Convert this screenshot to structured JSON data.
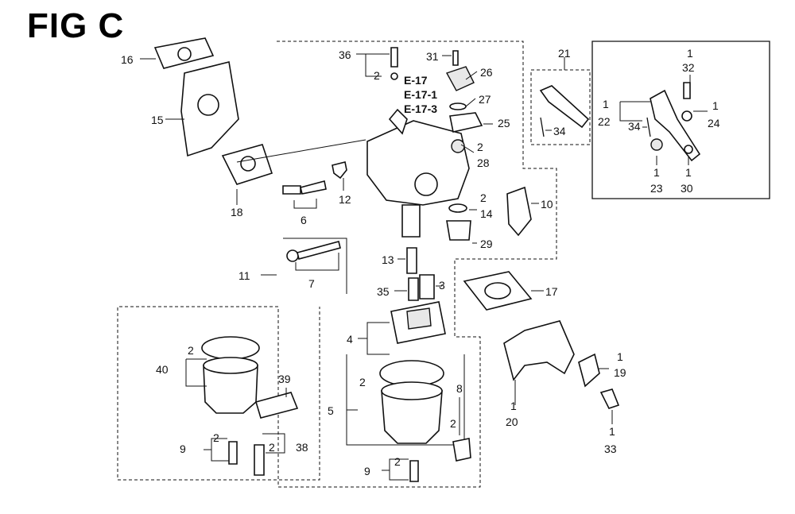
{
  "title": "FIG C",
  "refs": [
    "E-17",
    "E-17-1",
    "E-17-3"
  ],
  "callouts": {
    "c1": "16",
    "c2": "15",
    "c3": "18",
    "c4": "36",
    "c5": "2",
    "c6": "31",
    "c7": "26",
    "c8": "27",
    "c9": "25",
    "c10": "2",
    "c11": "28",
    "c12": "6",
    "c13": "12",
    "c14": "11",
    "c15": "7",
    "c16": "13",
    "c17": "35",
    "c18": "3",
    "c19": "4",
    "c20": "2",
    "c21": "14",
    "c22": "29",
    "c23": "10",
    "c24": "17",
    "c25": "21",
    "c26": "34",
    "c27": "1",
    "c28": "22",
    "c29": "34",
    "c30": "1",
    "c31": "32",
    "c32": "1",
    "c33": "24",
    "c34": "1",
    "c35": "23",
    "c36": "1",
    "c37": "30",
    "c38": "2",
    "c39": "40",
    "c40": "39",
    "c41": "9",
    "c42": "2",
    "c43": "2",
    "c44": "38",
    "c45": "2",
    "c46": "5",
    "c47": "8",
    "c48": "2",
    "c49": "9",
    "c50": "2",
    "c51": "1",
    "c52": "20",
    "c53": "1",
    "c54": "19",
    "c55": "1",
    "c56": "33"
  }
}
